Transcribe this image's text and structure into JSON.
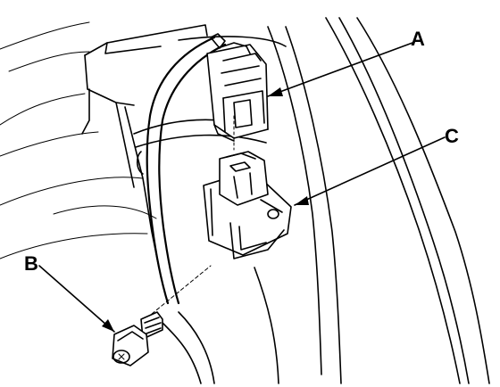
{
  "labels": {
    "a": "A",
    "b": "B",
    "c": "C"
  },
  "parts": {
    "a": "connector",
    "b": "bolt",
    "c": "sensor"
  },
  "colors": {
    "line": "#000000",
    "background": "#ffffff"
  }
}
